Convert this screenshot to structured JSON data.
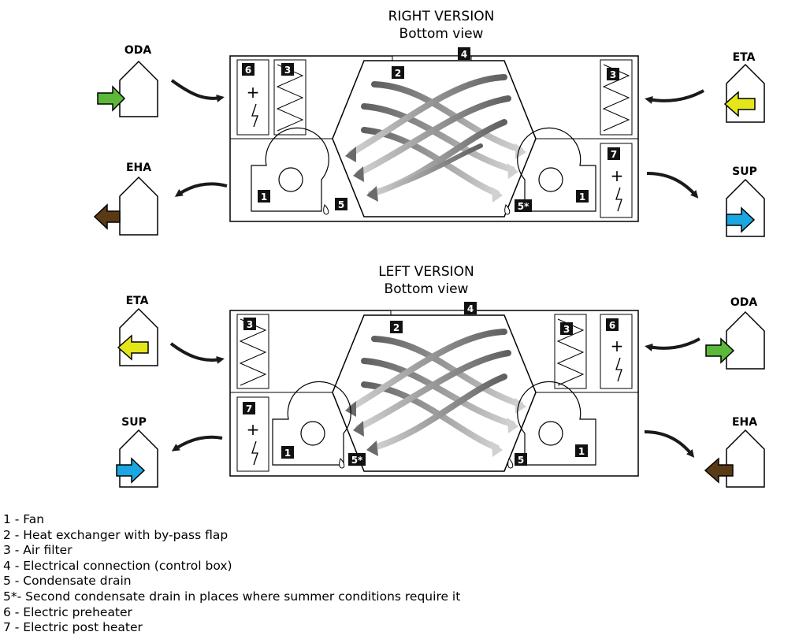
{
  "right_version": {
    "title": "RIGHT VERSION",
    "subtitle": "Bottom view",
    "ports": {
      "top_left": "ODA",
      "bottom_left": "EHA",
      "top_right": "ETA",
      "bottom_right": "SUP"
    },
    "numbers": {
      "fan_left": "1",
      "fan_right": "1",
      "exchanger": "2",
      "filter_left": "3",
      "filter_right": "3",
      "control_box": "4",
      "drain": "5",
      "drain_second": "5*",
      "preheater": "6",
      "post_heater": "7"
    }
  },
  "left_version": {
    "title": "LEFT VERSION",
    "subtitle": "Bottom view",
    "ports": {
      "top_left": "ETA",
      "bottom_left": "SUP",
      "top_right": "ODA",
      "bottom_right": "EHA"
    },
    "numbers": {
      "fan_left": "1",
      "fan_right": "1",
      "exchanger": "2",
      "filter_left": "3",
      "filter_right": "3",
      "control_box": "4",
      "drain_second": "5*",
      "drain": "5",
      "preheater": "6",
      "post_heater": "7"
    }
  },
  "legend": [
    "1 - Fan",
    "2 - Heat exchanger with by-pass flap",
    "3 - Air filter",
    "4 - Electrical connection (control box)",
    "5 - Condensate drain",
    "5*- Second condensate drain in places where summer conditions require it",
    "6 - Electric preheater",
    "7 - Electric post heater"
  ],
  "colors": {
    "oda": "#5cb83a",
    "eta": "#e4e61a",
    "sup": "#1aa6e0",
    "eha": "#5a3a14",
    "exchanger_dark": "#6f6f6f",
    "exchanger_light": "#c8c8c8"
  }
}
